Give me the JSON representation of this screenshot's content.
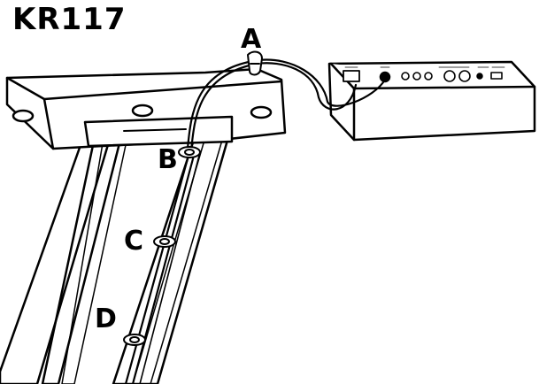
{
  "title": "KR117",
  "labels": {
    "a": "A",
    "b": "B",
    "c": "C",
    "d": "D"
  },
  "colors": {
    "ink": "#000000",
    "paper": "#ffffff"
  }
}
